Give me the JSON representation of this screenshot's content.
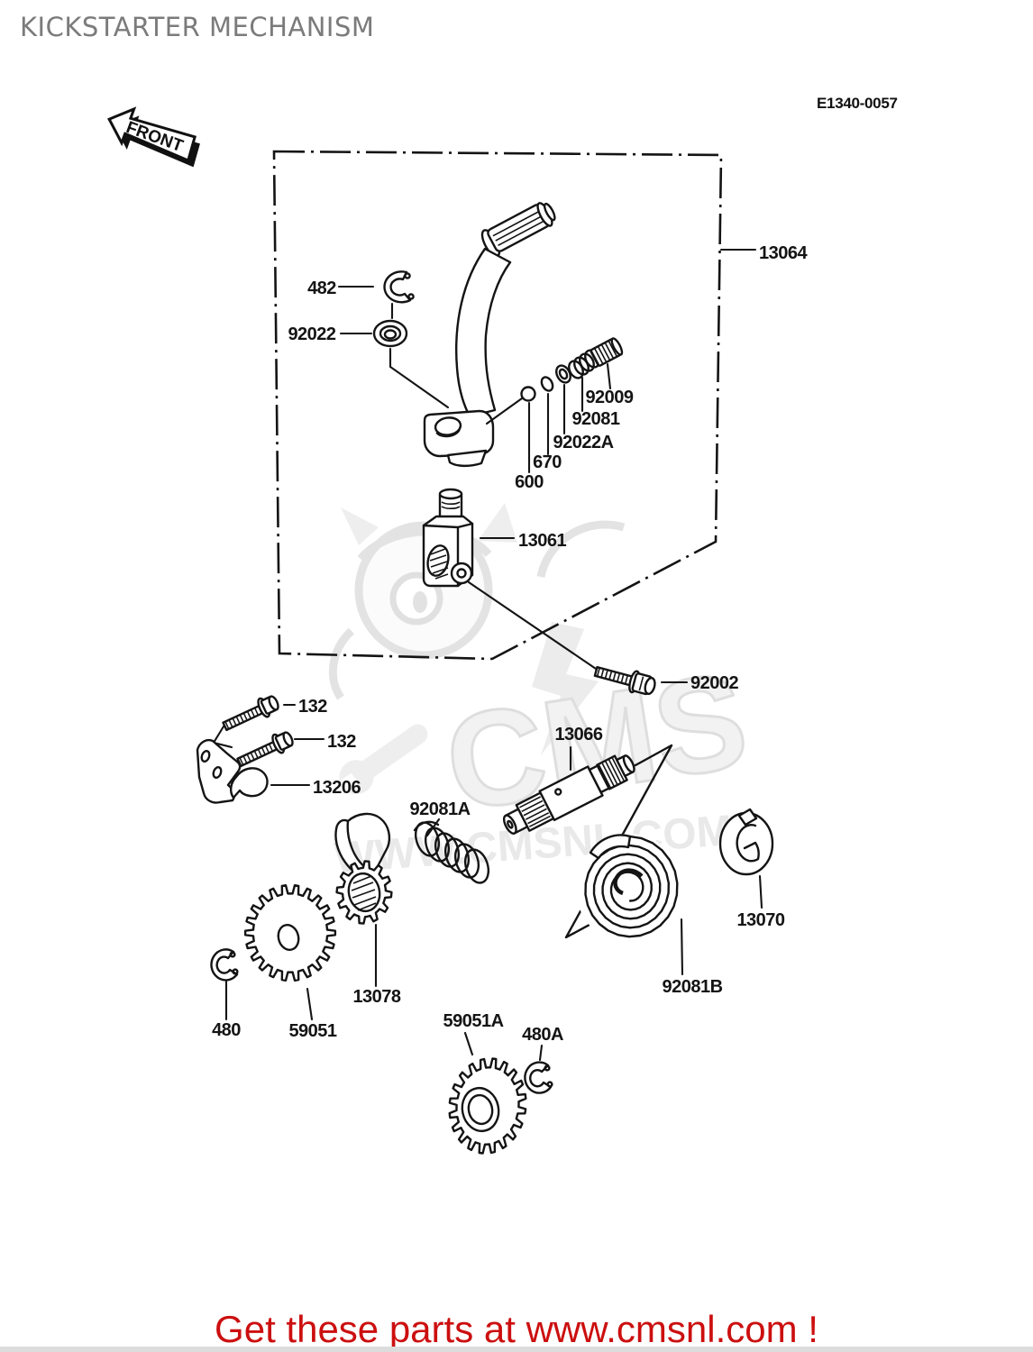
{
  "header": {
    "title": "KICKSTARTER MECHANISM",
    "diagram_code": "E1340-0057"
  },
  "front_sign": {
    "label": "FRONT"
  },
  "watermark": {
    "brand": "CMS",
    "site": "WWW.CMSNL.COM"
  },
  "footer": {
    "message": "Get these parts at www.cmsnl.com !"
  },
  "colors": {
    "footer_red": "#cc0f0f",
    "title_gray": "#7b7b7b",
    "ink": "#141414",
    "watermark_gray": "#e7e7e7"
  },
  "part_labels": {
    "p13064": "13064",
    "p482": "482",
    "p92022": "92022",
    "p92009": "92009",
    "p92081": "92081",
    "p92022A": "92022A",
    "p670": "670",
    "p600": "600",
    "p13061": "13061",
    "p92002": "92002",
    "p132a": "132",
    "p132b": "132",
    "p13206": "13206",
    "p13066": "13066",
    "p92081A": "92081A",
    "p13078": "13078",
    "p480": "480",
    "p59051": "59051",
    "p59051A": "59051A",
    "p480A": "480A",
    "p92081B": "92081B",
    "p13070": "13070"
  }
}
